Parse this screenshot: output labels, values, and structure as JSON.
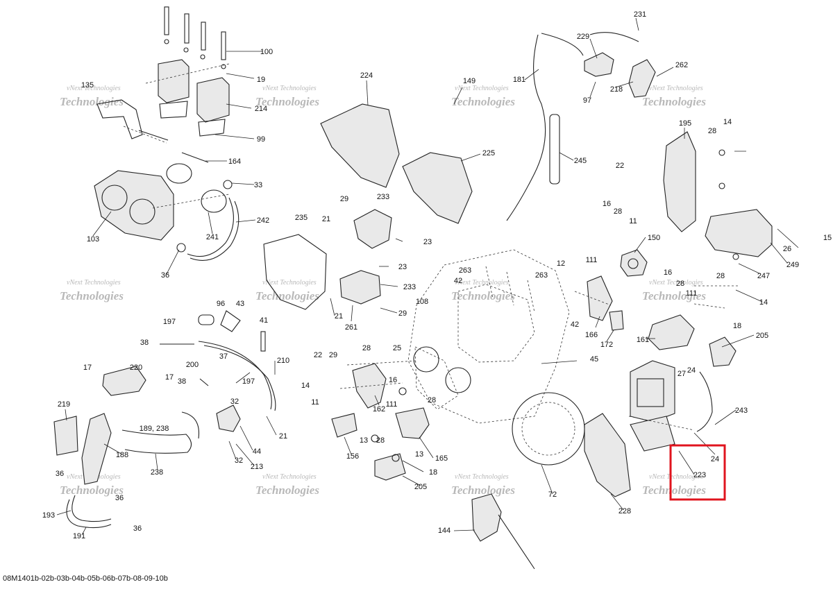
{
  "diagram": {
    "reference": "08M1401b-02b-03b-04b-05b-06b-07b-08-09-10b",
    "watermark": {
      "line1": "vNext Technologies",
      "line2": "Technologies"
    },
    "highlight": {
      "color": "#e0141e",
      "callouts": [
        "24",
        "223"
      ]
    },
    "callouts": [
      {
        "id": "c231",
        "text": "231"
      },
      {
        "id": "c229",
        "text": "229"
      },
      {
        "id": "c262",
        "text": "262"
      },
      {
        "id": "c218",
        "text": "218"
      },
      {
        "id": "c97",
        "text": "97"
      },
      {
        "id": "c181",
        "text": "181"
      },
      {
        "id": "c149",
        "text": "149"
      },
      {
        "id": "c224",
        "text": "224"
      },
      {
        "id": "c225",
        "text": "225"
      },
      {
        "id": "c245",
        "text": "245"
      },
      {
        "id": "c195",
        "text": "195"
      },
      {
        "id": "c28a",
        "text": "28"
      },
      {
        "id": "c14a",
        "text": "14"
      },
      {
        "id": "c22a",
        "text": "22"
      },
      {
        "id": "c26",
        "text": "26"
      },
      {
        "id": "c15",
        "text": "15"
      },
      {
        "id": "c247",
        "text": "247"
      },
      {
        "id": "c249",
        "text": "249"
      },
      {
        "id": "c100",
        "text": "100"
      },
      {
        "id": "c19",
        "text": "19"
      },
      {
        "id": "c135",
        "text": "135"
      },
      {
        "id": "c214",
        "text": "214"
      },
      {
        "id": "c99",
        "text": "99"
      },
      {
        "id": "c164",
        "text": "164"
      },
      {
        "id": "c33",
        "text": "33"
      },
      {
        "id": "c242",
        "text": "242"
      },
      {
        "id": "c241",
        "text": "241"
      },
      {
        "id": "c103",
        "text": "103"
      },
      {
        "id": "c36a",
        "text": "36"
      },
      {
        "id": "c29a",
        "text": "29"
      },
      {
        "id": "c233a",
        "text": "233"
      },
      {
        "id": "c235",
        "text": "235"
      },
      {
        "id": "c21a",
        "text": "21"
      },
      {
        "id": "c23a",
        "text": "23"
      },
      {
        "id": "c23b",
        "text": "23"
      },
      {
        "id": "c233b",
        "text": "233"
      },
      {
        "id": "c21b",
        "text": "21"
      },
      {
        "id": "c261",
        "text": "261"
      },
      {
        "id": "c29b",
        "text": "29"
      },
      {
        "id": "c263a",
        "text": "263"
      },
      {
        "id": "c42a",
        "text": "42"
      },
      {
        "id": "c263b",
        "text": "263"
      },
      {
        "id": "c42b",
        "text": "42"
      },
      {
        "id": "c16a",
        "text": "16"
      },
      {
        "id": "c28b",
        "text": "28"
      },
      {
        "id": "c11a",
        "text": "11"
      },
      {
        "id": "c111a",
        "text": "111"
      },
      {
        "id": "c150",
        "text": "150"
      },
      {
        "id": "c12",
        "text": "12"
      },
      {
        "id": "c166",
        "text": "166"
      },
      {
        "id": "c172",
        "text": "172"
      },
      {
        "id": "c16b",
        "text": "16"
      },
      {
        "id": "c28c",
        "text": "28"
      },
      {
        "id": "c111b",
        "text": "111"
      },
      {
        "id": "c28d",
        "text": "28"
      },
      {
        "id": "c14b",
        "text": "14"
      },
      {
        "id": "c18a",
        "text": "18"
      },
      {
        "id": "c161",
        "text": "161"
      },
      {
        "id": "c205a",
        "text": "205"
      },
      {
        "id": "c96",
        "text": "96"
      },
      {
        "id": "c43",
        "text": "43"
      },
      {
        "id": "c41",
        "text": "41"
      },
      {
        "id": "c197a",
        "text": "197"
      },
      {
        "id": "c38a",
        "text": "38"
      },
      {
        "id": "c108",
        "text": "108"
      },
      {
        "id": "c22b",
        "text": "22"
      },
      {
        "id": "c29c",
        "text": "29"
      },
      {
        "id": "c28e",
        "text": "28"
      },
      {
        "id": "c25",
        "text": "25"
      },
      {
        "id": "c45",
        "text": "45"
      },
      {
        "id": "c27",
        "text": "27"
      },
      {
        "id": "c24a",
        "text": "24"
      },
      {
        "id": "c17a",
        "text": "17"
      },
      {
        "id": "c220",
        "text": "220"
      },
      {
        "id": "c17b",
        "text": "17"
      },
      {
        "id": "c200",
        "text": "200"
      },
      {
        "id": "c37",
        "text": "37"
      },
      {
        "id": "c38b",
        "text": "38"
      },
      {
        "id": "c197b",
        "text": "197"
      },
      {
        "id": "c210",
        "text": "210"
      },
      {
        "id": "c16c",
        "text": "16"
      },
      {
        "id": "c14c",
        "text": "14"
      },
      {
        "id": "c11b",
        "text": "11"
      },
      {
        "id": "c162",
        "text": "162"
      },
      {
        "id": "c111c",
        "text": "111"
      },
      {
        "id": "c28f",
        "text": "28"
      },
      {
        "id": "c243",
        "text": "243"
      },
      {
        "id": "c219",
        "text": "219"
      },
      {
        "id": "c32a",
        "text": "32"
      },
      {
        "id": "c21c",
        "text": "21"
      },
      {
        "id": "c189",
        "text": "189, 238"
      },
      {
        "id": "c13a",
        "text": "13"
      },
      {
        "id": "c28g",
        "text": "28"
      },
      {
        "id": "c13b",
        "text": "13"
      },
      {
        "id": "c44",
        "text": "44"
      },
      {
        "id": "c188",
        "text": "188"
      },
      {
        "id": "c32b",
        "text": "32"
      },
      {
        "id": "c213",
        "text": "213"
      },
      {
        "id": "c156",
        "text": "156"
      },
      {
        "id": "c165",
        "text": "165"
      },
      {
        "id": "c238",
        "text": "238"
      },
      {
        "id": "c18b",
        "text": "18"
      },
      {
        "id": "c24b",
        "text": "24"
      },
      {
        "id": "c36b",
        "text": "36"
      },
      {
        "id": "c223",
        "text": "223"
      },
      {
        "id": "c36c",
        "text": "36"
      },
      {
        "id": "c205b",
        "text": "205"
      },
      {
        "id": "c72",
        "text": "72"
      },
      {
        "id": "c228",
        "text": "228"
      },
      {
        "id": "c193",
        "text": "193"
      },
      {
        "id": "c36d",
        "text": "36"
      },
      {
        "id": "c191",
        "text": "191"
      },
      {
        "id": "c144",
        "text": "144"
      }
    ]
  }
}
